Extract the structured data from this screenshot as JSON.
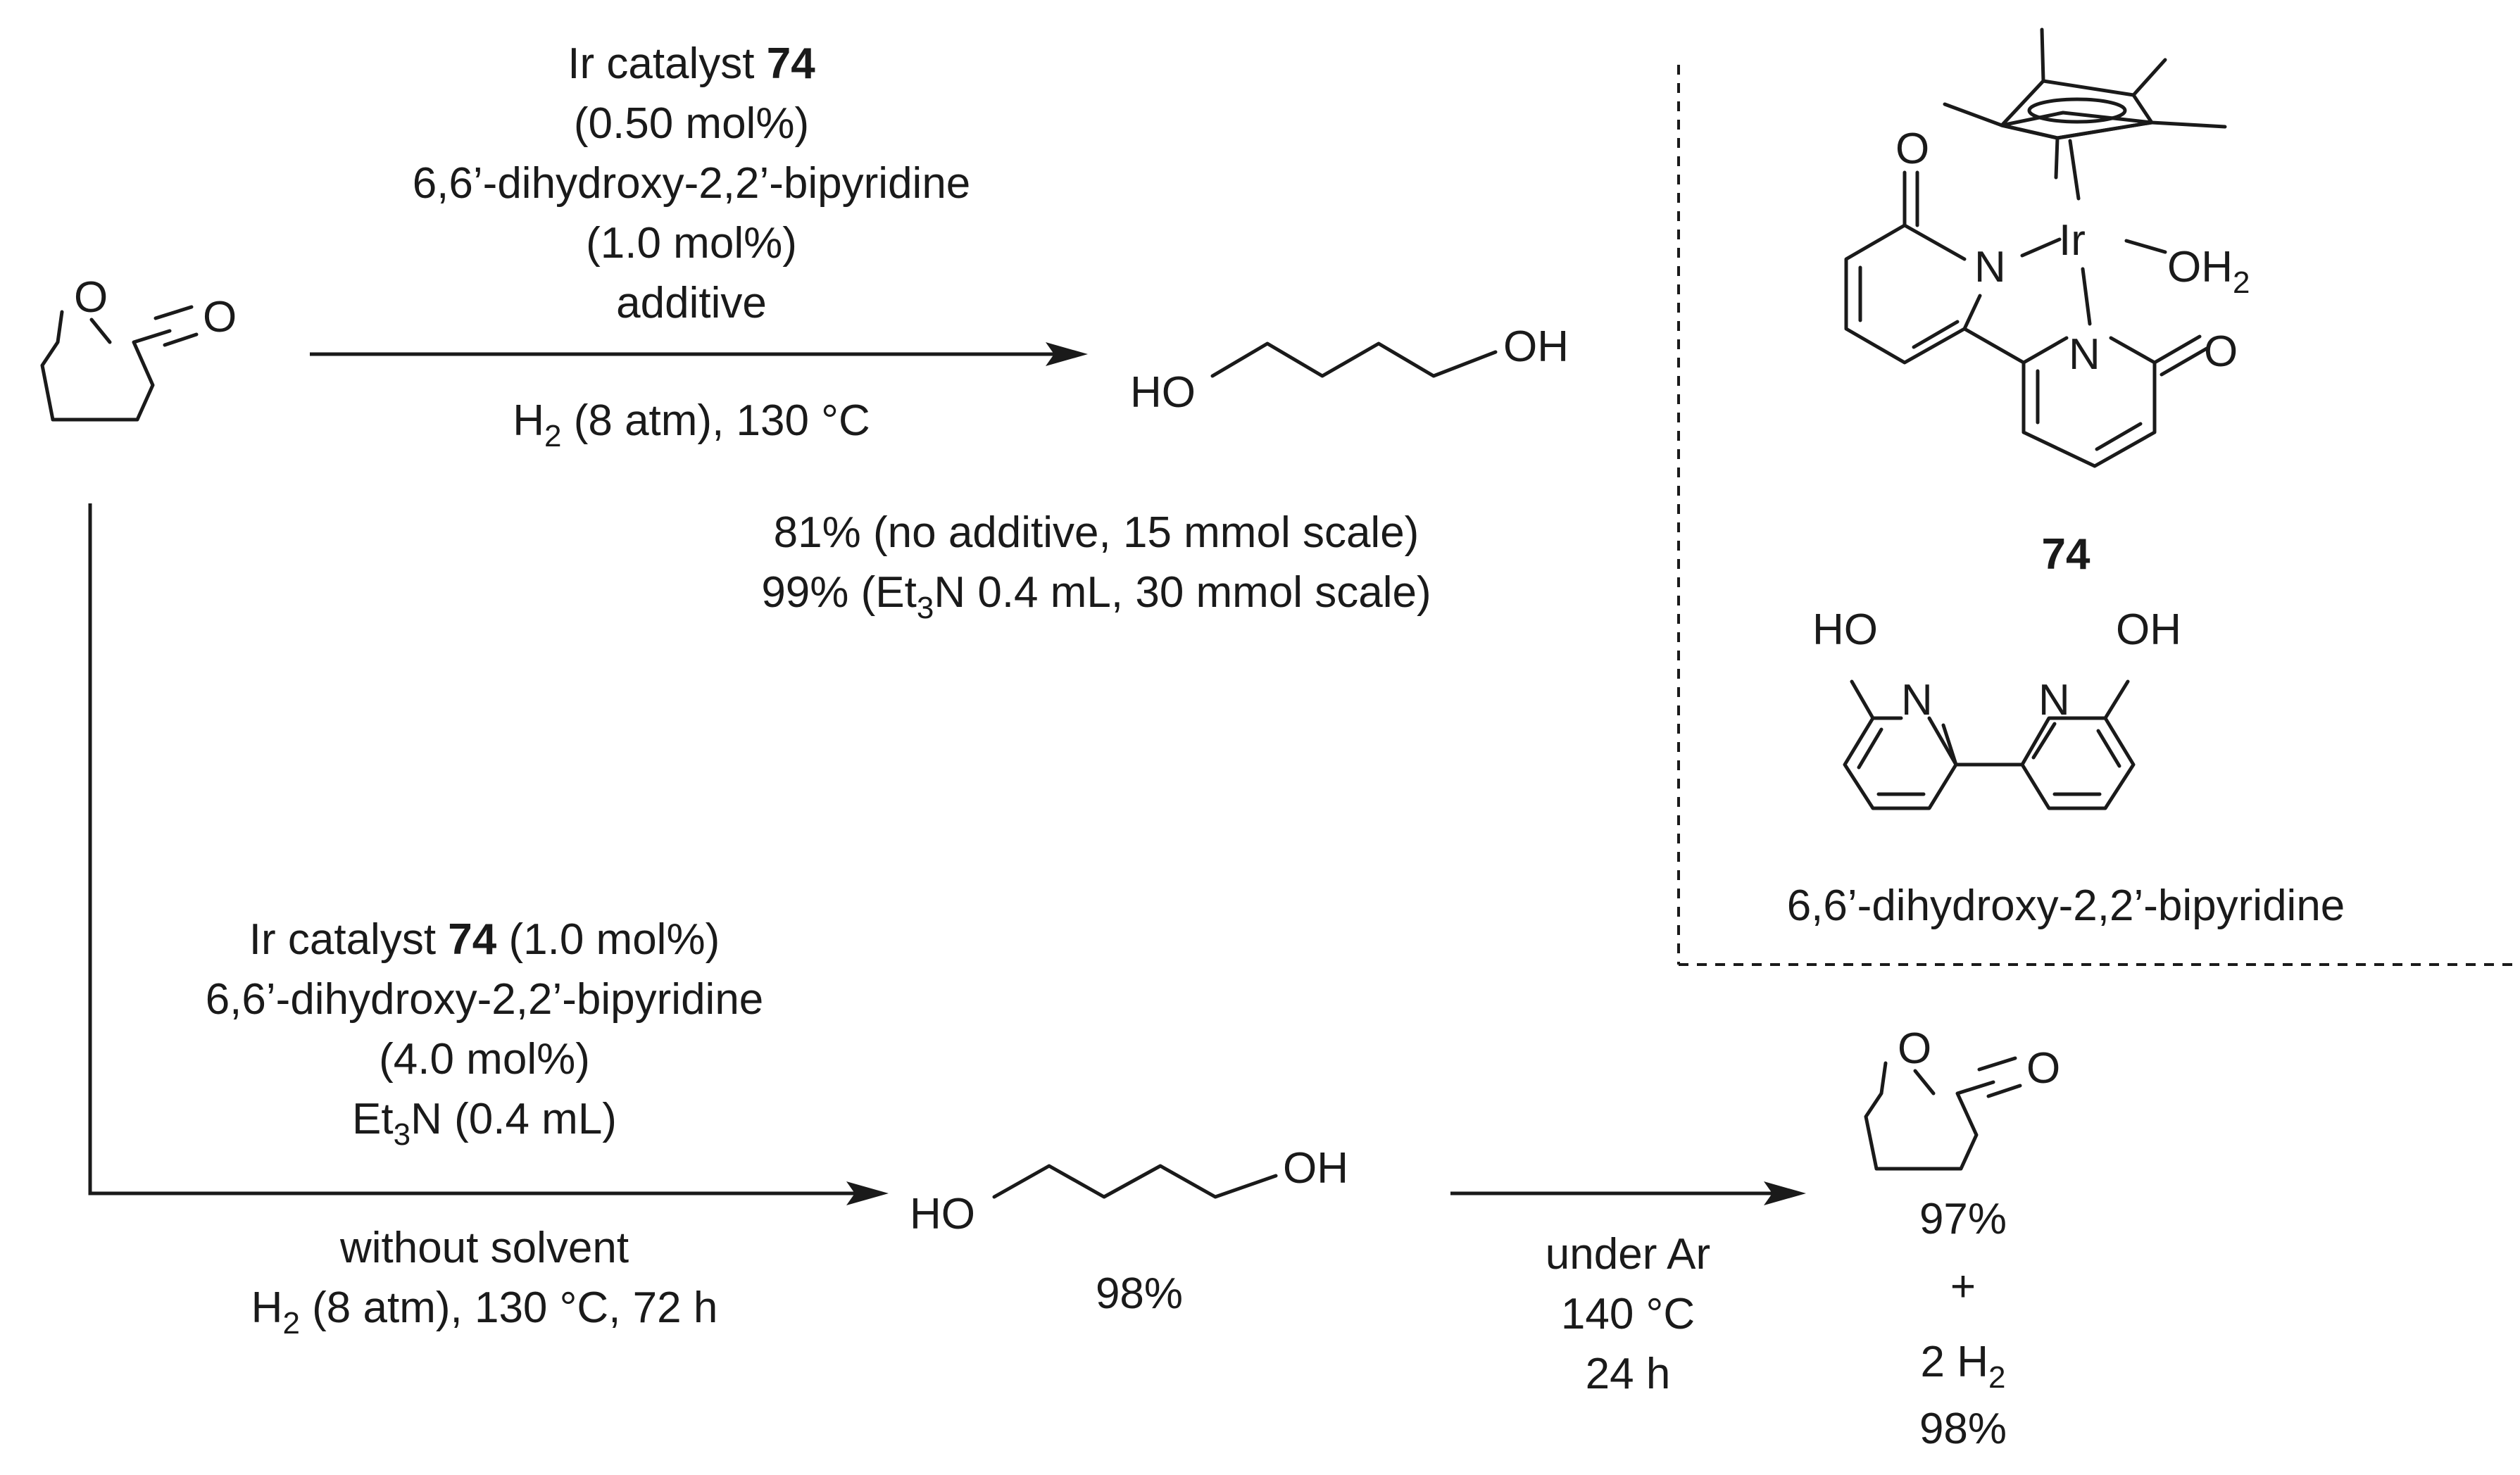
{
  "top_reaction": {
    "condition_catalyst": "Ir catalyst",
    "catalyst_number": "74",
    "condition_catalyst_loading": "(0.50 mol%)",
    "condition_ligand": "6,6’-dihydroxy-2,2’-bipyridine",
    "condition_ligand_loading": "(1.0 mol%)",
    "condition_additive": "additive",
    "condition_h2_prefix": "H",
    "condition_h2_sub": "2",
    "condition_h2_suffix": " (8 atm), 130 °C",
    "yield_line1": "81% (no additive, 15 mmol scale)",
    "yield_line2_prefix": "99% (Et",
    "yield_line2_sub": "3",
    "yield_line2_suffix": "N 0.4 mL, 30 mmol scale)"
  },
  "bottom_reaction": {
    "condition_catalyst": "Ir catalyst",
    "catalyst_number": "74",
    "condition_catalyst_loading": " (1.0 mol%)",
    "condition_ligand": "6,6’-dihydroxy-2,2’-bipyridine",
    "condition_ligand_loading": "(4.0 mol%)",
    "condition_base_prefix": "Et",
    "condition_base_sub": "3",
    "condition_base_suffix": "N (0.4 mL)",
    "condition_solvent": "without solvent",
    "condition_h2_prefix": "H",
    "condition_h2_sub": "2",
    "condition_h2_suffix": " (8 atm), 130 °C, 72 h",
    "product_yield": "98%"
  },
  "dehydrogenation": {
    "condition_atmosphere": "under Ar",
    "condition_temperature": "140 °C",
    "condition_time": "24 h",
    "lactone_yield": "97%",
    "plus": "+",
    "h2_prefix": "2 H",
    "h2_sub": "2",
    "h2_yield": "98%"
  },
  "atoms": {
    "O": "O",
    "OH": "OH",
    "HO": "HO",
    "N": "N",
    "Ir": "Ir",
    "OH2_prefix": "OH",
    "OH2_sub": "2"
  },
  "structures": {
    "catalyst_label": "74",
    "ligand_name": "6,6’-dihydroxy-2,2’-bipyridine"
  }
}
